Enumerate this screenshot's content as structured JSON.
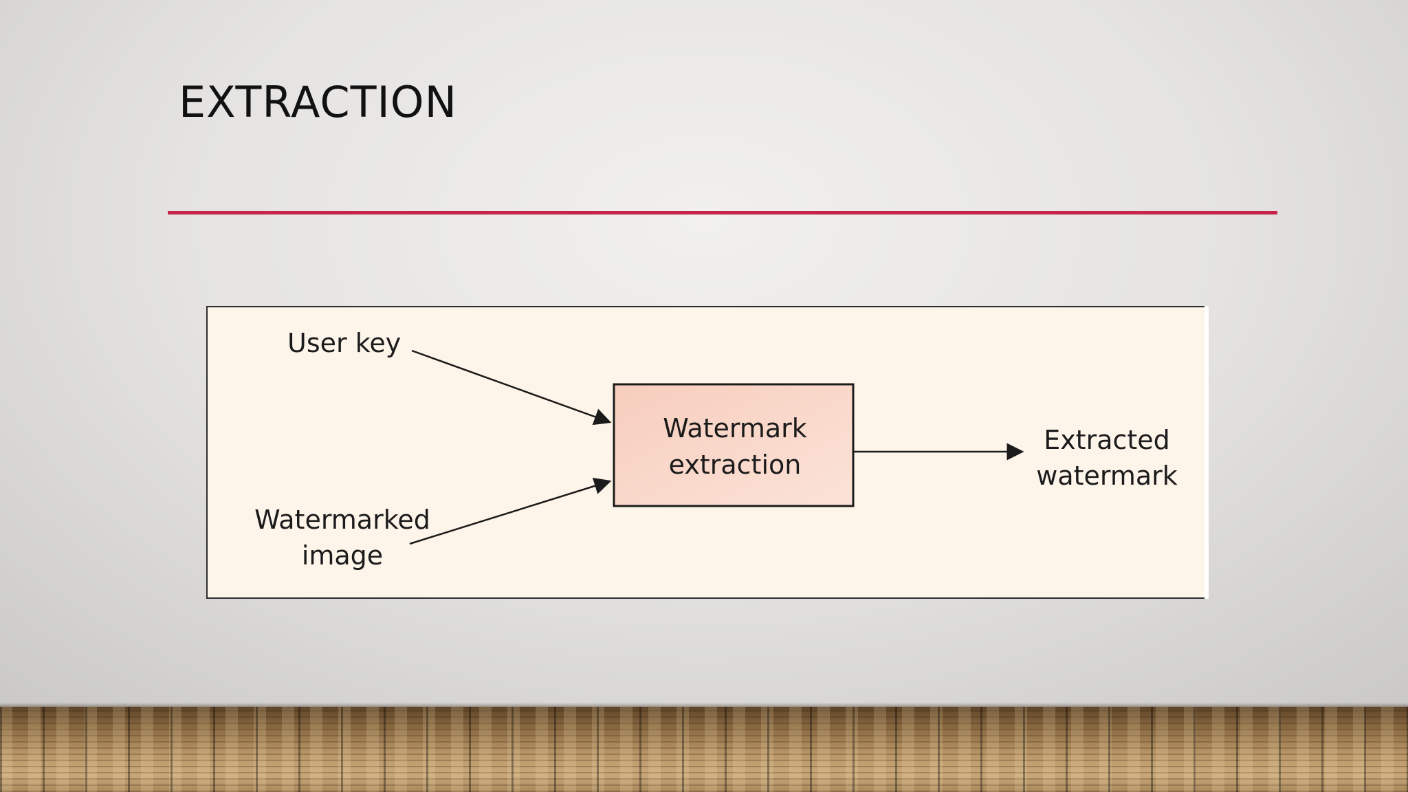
{
  "slide": {
    "title": "EXTRACTION"
  },
  "diagram": {
    "nodes": {
      "user_key": "User key",
      "watermarked_image_line1": "Watermarked",
      "watermarked_image_line2": "image",
      "process_line1": "Watermark",
      "process_line2": "extraction",
      "output_line1": "Extracted",
      "output_line2": "watermark"
    },
    "edges": [
      {
        "from": "User key",
        "to": "Watermark extraction"
      },
      {
        "from": "Watermarked image",
        "to": "Watermark extraction"
      },
      {
        "from": "Watermark extraction",
        "to": "Extracted watermark"
      }
    ]
  },
  "colors": {
    "accent_rule": "#c8234a",
    "process_box_fill": "#f9d8cb",
    "figure_background": "#fdf4ea"
  }
}
